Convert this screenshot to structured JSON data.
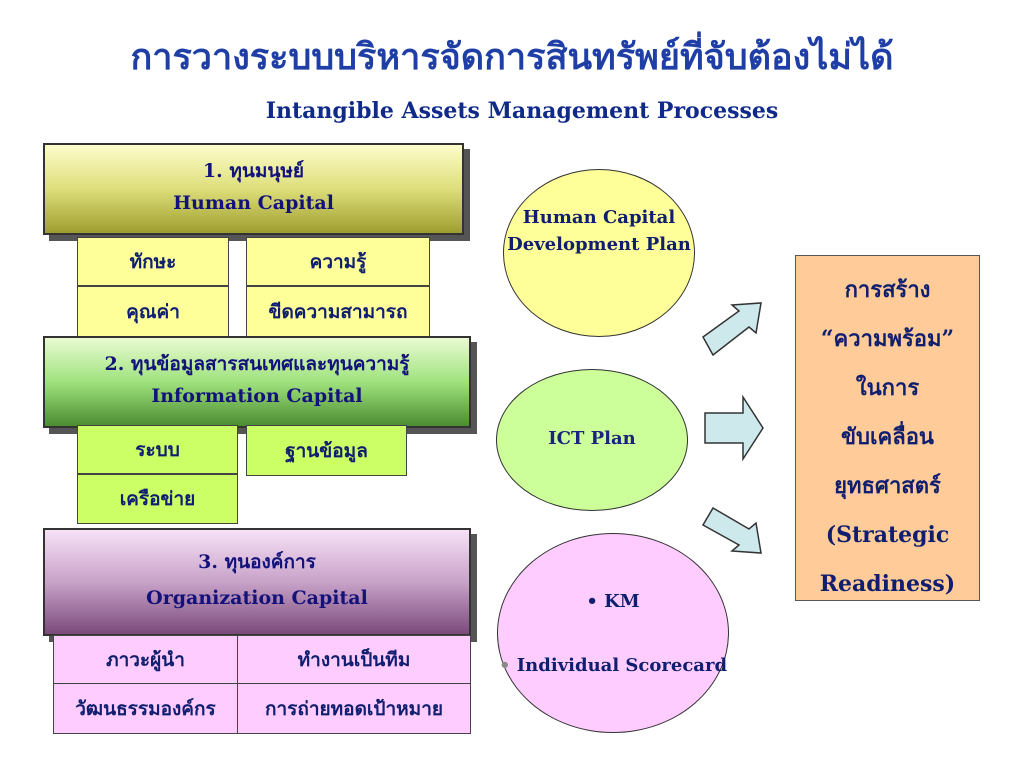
{
  "title": "การวางระบบบริหารจัดการสินทรัพย์ที่จับต้องไม่ได้",
  "subtitle": "Intangible Assets  Management Processes",
  "capitals": [
    {
      "thai": "1. ทุนมนุษย์",
      "english": "Human Capital",
      "items": [
        "ทักษะ",
        "ความรู้",
        "คุณค่า",
        "ขีดความสามารถ"
      ]
    },
    {
      "thai": "2. ทุนข้อมูลสารสนเทศและทุนความรู้",
      "english": "Information Capital",
      "items": [
        "ระบบ",
        "ฐานข้อมูล",
        "เครือข่าย"
      ]
    },
    {
      "thai": "3. ทุนองค์การ",
      "english": "Organization Capital",
      "items": [
        "ภาวะผู้นำ",
        "ทำงานเป็นทีม",
        "วัฒนธรรมองค์กร",
        "การถ่ายทอดเป้าหมาย"
      ]
    }
  ],
  "plans": {
    "human": [
      "Human Capital",
      "Development Plan"
    ],
    "ict": "ICT  Plan",
    "org": [
      "• KM",
      "Individual Scorecard"
    ]
  },
  "result": [
    "การสร้าง",
    "“ความพร้อม”",
    "ในการ",
    "ขับเคลื่อน",
    "ยุทธศาสตร์",
    "(Strategic",
    "Readiness)"
  ],
  "colors": {
    "title": "#1f3fa6",
    "arrow_fill": "#cde9ec",
    "result_bg": "#ffcc99"
  }
}
